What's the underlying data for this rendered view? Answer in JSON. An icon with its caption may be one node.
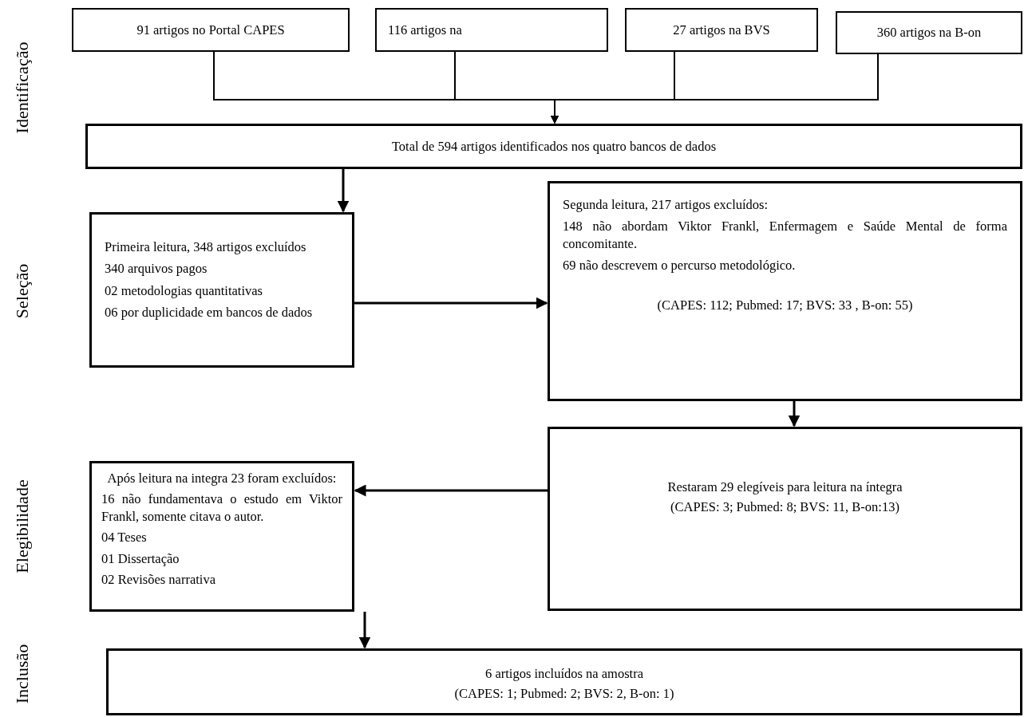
{
  "diagram": {
    "nodes": [
      {
        "text": [
          "91 artigos no Portal CAPES"
        ]
      },
      {
        "text": [
          "116 artigos na"
        ]
      },
      {
        "text": [
          "27 artigos na BVS"
        ]
      },
      {
        "text": [
          "360 artigos na B-on"
        ]
      },
      {
        "text": [
          "Total de 594 artigos identificados nos quatro bancos de dados"
        ]
      },
      {
        "text": [
          "Primeira leitura, 348 artigos excluídos",
          "340 arquivos pagos",
          "02 metodologias quantitativas",
          "06 por duplicidade em bancos de dados"
        ]
      },
      {
        "text": [
          "Segunda leitura, 217 artigos excluídos:",
          "148 não abordam Viktor Frankl, Enfermagem e Saúde Mental de forma concomitante.",
          "69 não descrevem o percurso metodológico.",
          "(CAPES: 112; Pubmed: 17; BVS: 33 , B-on: 55)"
        ]
      },
      {
        "text": [
          "Após leitura na integra 23 foram excluídos:",
          "16 não fundamentava o estudo em Viktor Frankl, somente citava o autor.",
          "04 Teses",
          "01 Dissertação",
          "02 Revisões narrativa"
        ]
      },
      {
        "text": [
          "Restaram 29 elegíveis para leitura na íntegra",
          "(CAPES: 3; Pubmed: 8; BVS: 11, B-on:13)"
        ]
      },
      {
        "text": [
          "6 artigos incluídos na amostra",
          "(CAPES: 1; Pubmed: 2; BVS: 2, B-on: 1)"
        ]
      }
    ],
    "edges": [
      {
        "from": 0,
        "to": 4,
        "arrow": "to"
      },
      {
        "from": 1,
        "to": 4,
        "arrow": "to"
      },
      {
        "from": 2,
        "to": 4,
        "arrow": "to"
      },
      {
        "from": 3,
        "to": 4,
        "arrow": "to"
      },
      {
        "from": 4,
        "to": 5,
        "arrow": "to"
      },
      {
        "from": 5,
        "to": 6,
        "arrow": "to"
      },
      {
        "from": 6,
        "to": 8,
        "arrow": "to"
      },
      {
        "from": 8,
        "to": 7,
        "arrow": "to"
      },
      {
        "from": 7,
        "to": 9,
        "arrow": "to"
      }
    ],
    "labels": [
      "Identificação",
      "Seleção",
      "Elegibilidade",
      "Inclusão"
    ]
  }
}
